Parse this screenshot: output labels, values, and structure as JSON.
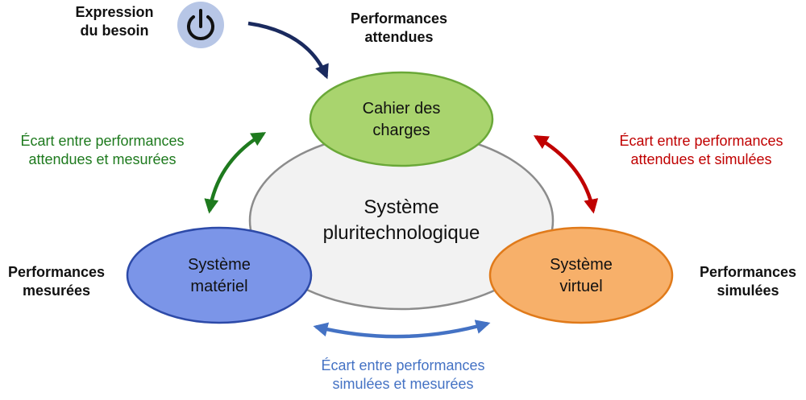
{
  "colors": {
    "green": "#1e7a1e",
    "red": "#c00000",
    "blue": "#4472c4",
    "navy": "#1a2a5e",
    "cdc_fill": "#a9d46e",
    "cdc_stroke": "#6aa838",
    "materiel_fill": "#7b95e8",
    "materiel_stroke": "#2d4aa8",
    "virtuel_fill": "#f7b06a",
    "virtuel_stroke": "#e07a1a",
    "center_fill": "#f2f2f2",
    "center_stroke": "#8c8c8c"
  },
  "icons": {
    "need": "power-icon"
  },
  "labels": {
    "expression": [
      "Expression",
      "du besoin"
    ],
    "perf_attendues": [
      "Performances",
      "attendues"
    ],
    "perf_mesurees": [
      "Performances",
      "mesurées"
    ],
    "perf_simulees": [
      "Performances",
      "simulées"
    ]
  },
  "nodes": {
    "cdc": [
      "Cahier des",
      "charges"
    ],
    "center": [
      "Système",
      "pluritechnologique"
    ],
    "materiel": [
      "Système",
      "matériel"
    ],
    "virtuel": [
      "Système",
      "virtuel"
    ]
  },
  "gaps": {
    "attendues_mesurees": [
      "Écart entre performances",
      "attendues et mesurées"
    ],
    "attendues_simulees": [
      "Écart entre performances",
      "attendues et simulées"
    ],
    "simulees_mesurees": [
      "Écart entre performances",
      "simulées et mesurées"
    ]
  }
}
